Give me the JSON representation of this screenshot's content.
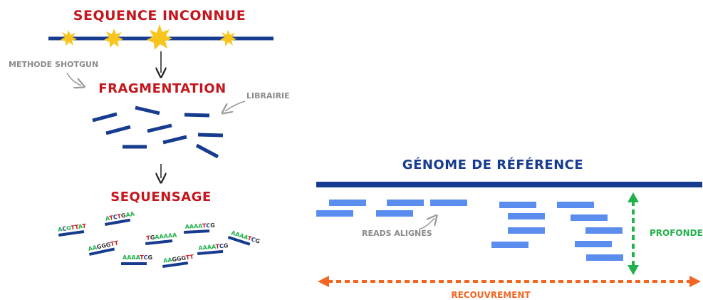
{
  "left_panel": {
    "title_sequence": "SEQUENCE INCONNUE",
    "label_shotgun": "METHODE SHOTGUN",
    "title_fragmentation": "FRAGMENTATION",
    "label_library": "LIBRAIRIE",
    "title_sequencing": "SEQUENSAGE",
    "read_labels": [
      {
        "text": "ACGTTAT",
        "colors": [
          "#22b14c",
          "#173b8f",
          "#22b14c",
          "#c4161c",
          "#c4161c",
          "#22b14c",
          "#c4161c"
        ]
      },
      {
        "text": "ATCTGAA",
        "colors": [
          "#22b14c",
          "#c4161c",
          "#173b8f",
          "#c4161c",
          "#333333",
          "#22b14c",
          "#22b14c"
        ]
      },
      {
        "text": "AAGGGTT",
        "colors": [
          "#22b14c",
          "#22b14c",
          "#333333",
          "#333333",
          "#333333",
          "#c4161c",
          "#c4161c"
        ]
      },
      {
        "text": "TGAAAAA",
        "colors": [
          "#c4161c",
          "#333333",
          "#22b14c",
          "#22b14c",
          "#22b14c",
          "#22b14c",
          "#22b14c"
        ]
      },
      {
        "text": "AAAATCG",
        "colors": [
          "#22b14c",
          "#22b14c",
          "#22b14c",
          "#22b14c",
          "#c4161c",
          "#173b8f",
          "#333333"
        ]
      },
      {
        "text": "AAAATCG",
        "colors": [
          "#22b14c",
          "#22b14c",
          "#22b14c",
          "#22b14c",
          "#c4161c",
          "#173b8f",
          "#333333"
        ]
      },
      {
        "text": "AAGGGTT",
        "colors": [
          "#22b14c",
          "#22b14c",
          "#333333",
          "#333333",
          "#333333",
          "#c4161c",
          "#c4161c"
        ]
      },
      {
        "text": "AAAATCG",
        "colors": [
          "#22b14c",
          "#22b14c",
          "#22b14c",
          "#22b14c",
          "#c4161c",
          "#173b8f",
          "#333333"
        ]
      },
      {
        "text": "AAAATCG",
        "colors": [
          "#22b14c",
          "#22b14c",
          "#22b14c",
          "#22b14c",
          "#c4161c",
          "#173b8f",
          "#333333"
        ]
      }
    ]
  },
  "right_panel": {
    "title_reference": "GÉNOME DE RÉFÉRENCE",
    "label_aligned_reads": "READS ALIGNÉS",
    "label_depth": "PROFONDEUR",
    "label_coverage": "RECOUVREMENT"
  },
  "colors": {
    "dark_blue": "#173b8f",
    "light_blue": "#5b8def",
    "red": "#c4161c",
    "star_yellow": "#f7c51e",
    "green": "#22b14c",
    "orange": "#f26522",
    "gray": "#8a8a8a"
  }
}
